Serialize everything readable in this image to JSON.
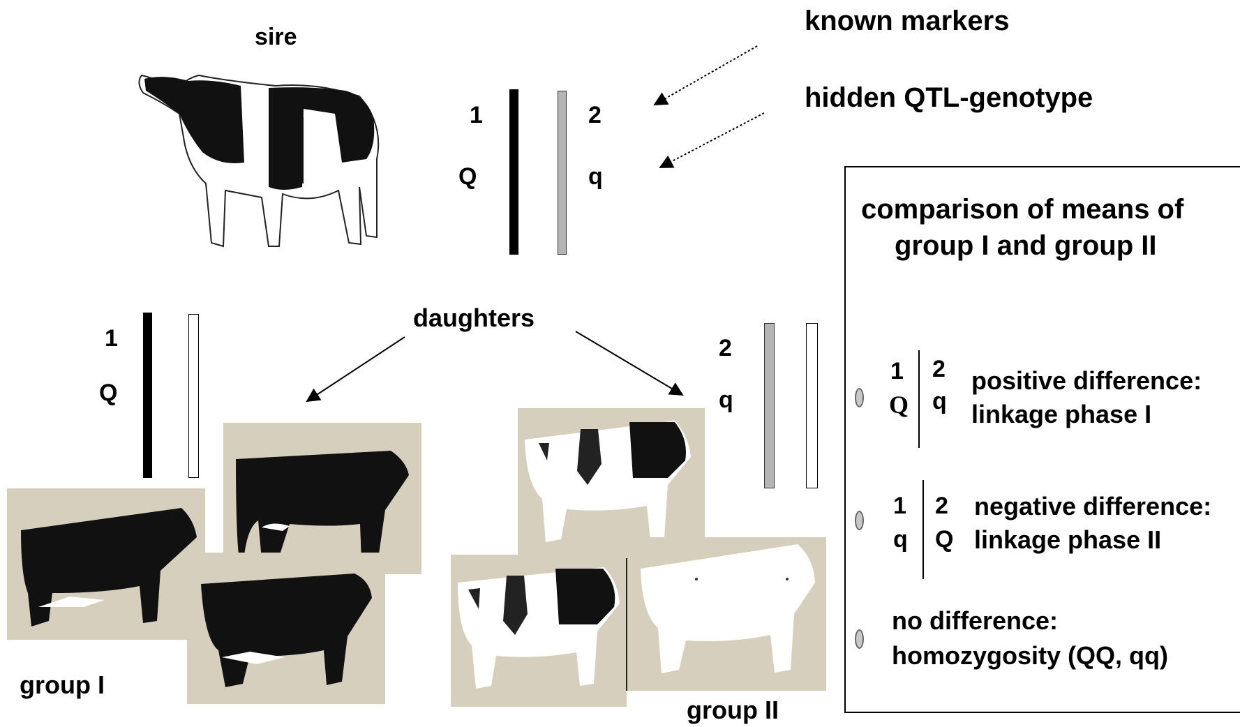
{
  "sire": {
    "label": "sire",
    "marker_left": "1",
    "marker_right": "2",
    "qtl_left": "Q",
    "qtl_right": "q"
  },
  "annotations": {
    "known_markers": "known markers",
    "hidden_qtl": "hidden QTL-genotype"
  },
  "daughters_label": "daughters",
  "group1": {
    "label": "group I",
    "marker": "1",
    "qtl": "Q"
  },
  "group2": {
    "label": "group II",
    "marker": "2",
    "qtl": "q"
  },
  "comparison": {
    "title_line1": "comparison of means of",
    "title_line2": "group I and group II",
    "cases": [
      {
        "left_top": "1",
        "right_top": "2",
        "left_bottom": "Q",
        "right_bottom": "q",
        "text_line1": "positive difference:",
        "text_line2": "linkage phase I"
      },
      {
        "left_top": "1",
        "right_top": "2",
        "left_bottom": "q",
        "right_bottom": "Q",
        "text_line1": "negative difference:",
        "text_line2": "linkage phase II"
      },
      {
        "text_line1": "no difference:",
        "text_line2": "homozygosity  (QQ, qq)"
      }
    ]
  },
  "colors": {
    "chromosome_black": "#000000",
    "chromosome_grey": "#b4b4b4",
    "chromosome_white": "#ffffff",
    "photo_background": "#d6cfbd",
    "bullet": "#c8c8c8"
  }
}
